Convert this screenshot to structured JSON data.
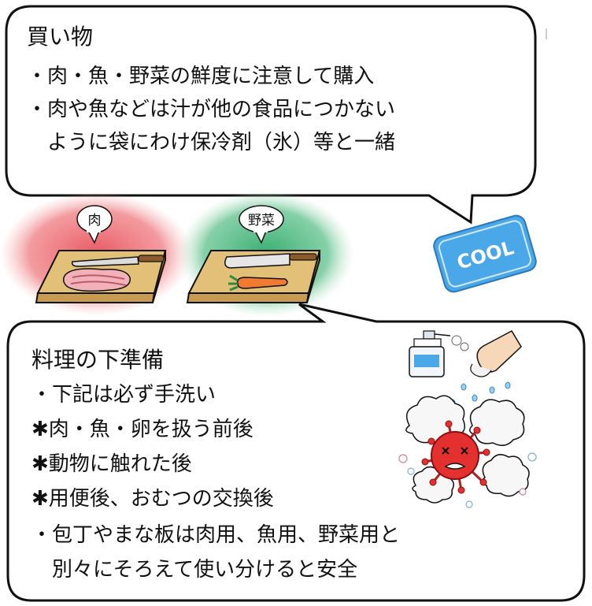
{
  "shopping": {
    "title": "買い物",
    "lines": [
      "・肉・魚・野菜の鮮度に注意して購入",
      "・肉や魚などは汁が他の食品につかない",
      "　ように袋にわけ保冷剤（氷）等と一緒"
    ]
  },
  "cutting_boards": {
    "meat_label": "肉",
    "veg_label": "野菜"
  },
  "cool_pack": {
    "label": "COOL"
  },
  "prep": {
    "title": "料理の下準備",
    "lines": [
      "・下記は必ず手洗い",
      "✱肉・魚・卵を扱う前後",
      "✱動物に触れた後",
      "✱用便後、おむつの交換後",
      "・包丁やまな板は肉用、魚用、野菜用と",
      "　別々にそろえて使い分けると安全"
    ]
  },
  "colors": {
    "meat_glow": "#e8505a",
    "veg_glow": "#2faa6a",
    "board": "#e3c078",
    "cool_pack": "#4aa8e8",
    "germ": "#e53030"
  }
}
